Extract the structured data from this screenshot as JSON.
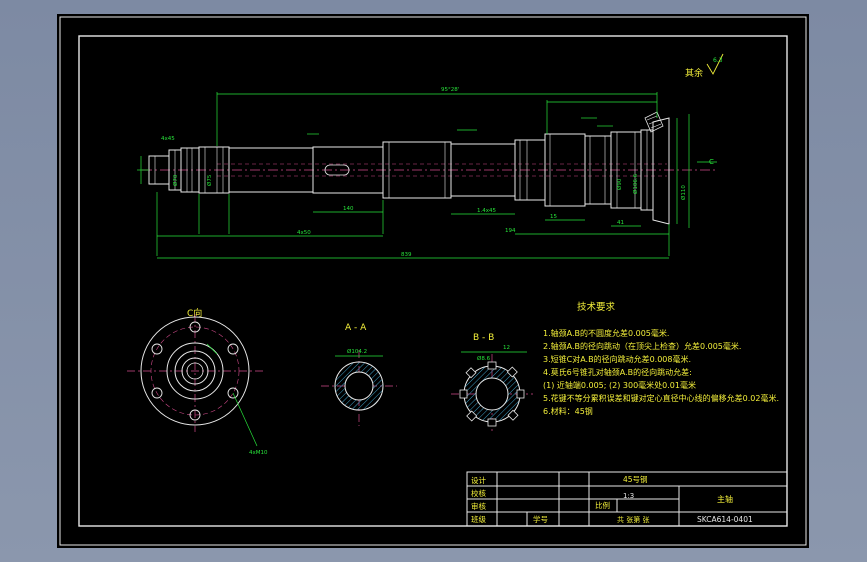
{
  "drawing": {
    "section_labels": {
      "c_view": "C向",
      "aa": "A - A",
      "bb": "B - B",
      "surface_mark": "其余"
    },
    "roughness": {
      "general": "6.3"
    },
    "tech_requirements": {
      "title": "技术要求",
      "items": [
        "1.轴颈A.B的不圆度允差0.005毫米.",
        "2.轴颈A.B的径向跳动（在顶尖上检查）允差0.005毫米.",
        "3.短锥C对A.B的径向跳动允差0.008毫米.",
        "4.莫氏6号锥孔对轴颈A.B的径向跳动允差:",
        "(1) 近轴端0.005; (2) 300毫米处0.01毫米",
        "5.花键不等分累积误差和键对定心直径中心线的偏移允差0.02毫米.",
        "6.材料：45钢"
      ]
    },
    "title_block": {
      "material": "45号钢",
      "part_name": "主轴",
      "scale_label": "比例",
      "scale_value": "1:3",
      "drawing_no": "SKCA614-0401",
      "sheet_label": "共  张第  张",
      "row_labels": [
        "设计",
        "校核",
        "审核",
        "班级"
      ],
      "student_id_label": "学号"
    },
    "dimensions": {
      "overall_length": "839",
      "upper_length": "95°28'",
      "seg_a": "4x50",
      "seg_b": "194",
      "seg_c": "1.4x45",
      "seg_d": "140",
      "seg_e": "15",
      "seg_f": "41",
      "seg_g": "4x45",
      "d1": "Ø70",
      "d2": "Ø75",
      "d3": "Ø90",
      "d4": "Ø106.6",
      "d5": "Ø110",
      "aa_dim": "Ø104.2",
      "bb_dim": "12",
      "bb_tol": "Ø8.6",
      "c_dim": "4xM10"
    }
  }
}
